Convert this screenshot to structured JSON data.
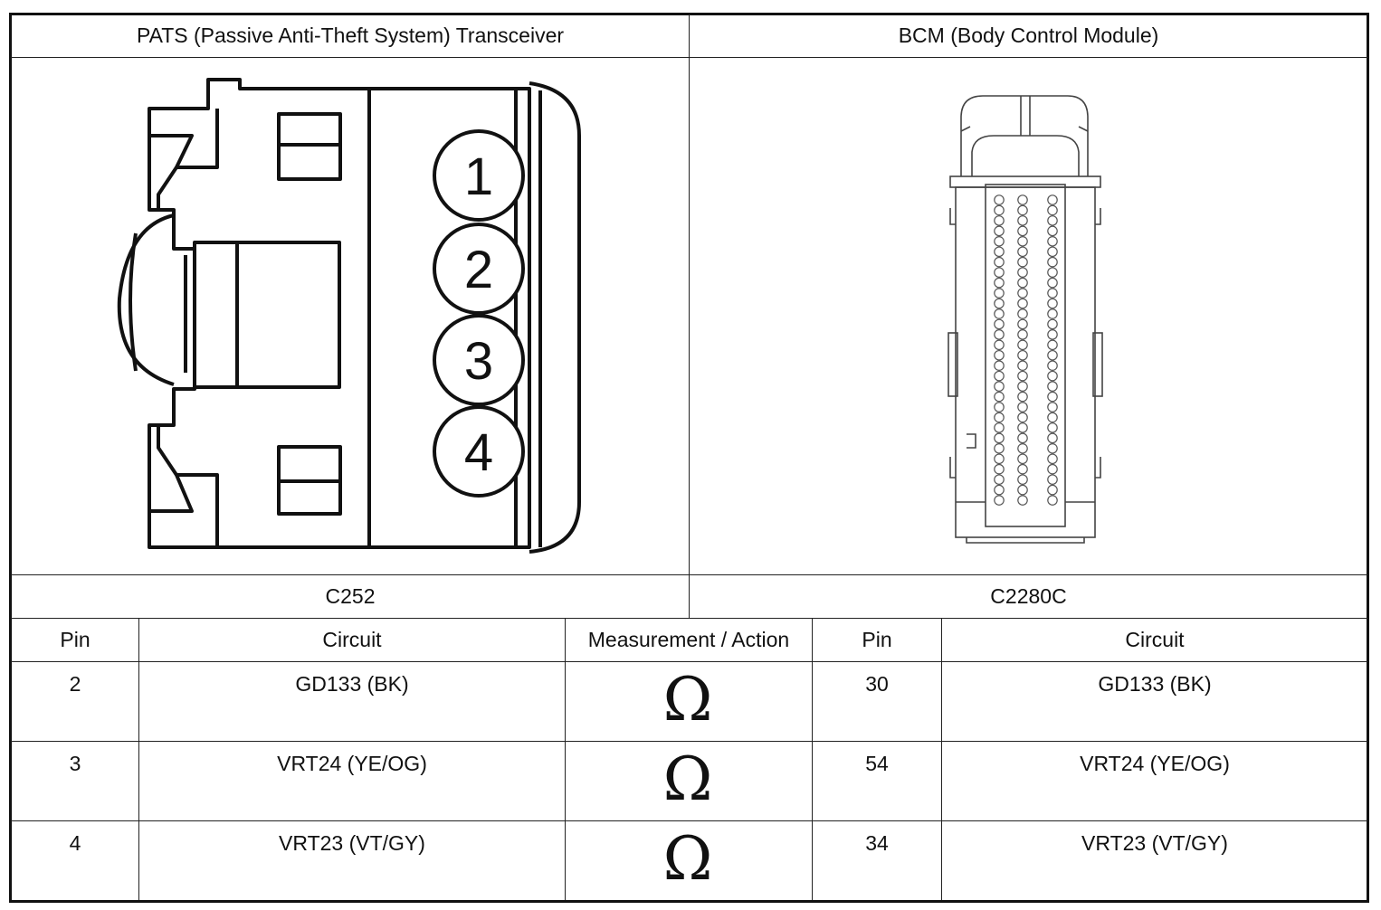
{
  "header": {
    "left": "PATS (Passive Anti-Theft System) Transceiver",
    "right": "BCM (Body Control Module)"
  },
  "connectors": {
    "left": "C252",
    "right": "C2280C"
  },
  "pats_pins": [
    "1",
    "2",
    "3",
    "4"
  ],
  "table": {
    "columns": [
      "Pin",
      "Circuit",
      "Measurement / Action",
      "Pin",
      "Circuit"
    ],
    "rows": [
      {
        "pin_a": "2",
        "circuit_a": "GD133 (BK)",
        "action": "Ω",
        "pin_b": "30",
        "circuit_b": "GD133 (BK)"
      },
      {
        "pin_a": "3",
        "circuit_a": "VRT24 (YE/OG)",
        "action": "Ω",
        "pin_b": "54",
        "circuit_b": "VRT24 (YE/OG)"
      },
      {
        "pin_a": "4",
        "circuit_a": "VRT23 (VT/GY)",
        "action": "Ω",
        "pin_b": "34",
        "circuit_b": "VRT23 (VT/GY)"
      }
    ]
  }
}
